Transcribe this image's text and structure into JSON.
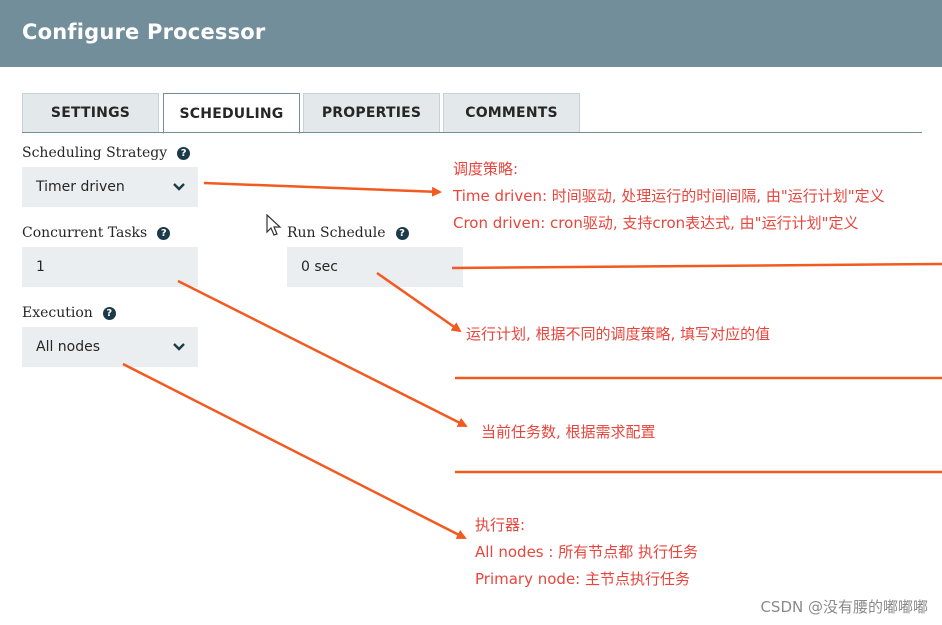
{
  "header": {
    "title": "Configure Processor"
  },
  "tabs": [
    {
      "label": "SETTINGS"
    },
    {
      "label": "SCHEDULING"
    },
    {
      "label": "PROPERTIES"
    },
    {
      "label": "COMMENTS"
    }
  ],
  "help_glyph": "?",
  "form": {
    "scheduling_strategy": {
      "label": "Scheduling Strategy",
      "value": "Timer driven"
    },
    "concurrent_tasks": {
      "label": "Concurrent Tasks",
      "value": "1"
    },
    "run_schedule": {
      "label": "Run Schedule",
      "value": "0 sec"
    },
    "execution": {
      "label": "Execution",
      "value": "All nodes"
    }
  },
  "annotations": {
    "strategy": [
      "调度策略:",
      "Time driven: 时间驱动, 处理运行的时间间隔, 由\"运行计划\"定义",
      "Cron driven: cron驱动, 支持cron表达式, 由\"运行计划\"定义"
    ],
    "run_schedule": "运行计划, 根据不同的调度策略, 填写对应的值",
    "concurrent": "当前任务数, 根据需求配置",
    "execution": [
      "执行器:",
      "All nodes : 所有节点都 执行任务",
      "Primary node:  主节点执行任务"
    ]
  },
  "watermark": "CSDN @没有腰的嘟嘟嘟",
  "colors": {
    "header": "#728e9b",
    "annotation": "#e8453c",
    "arrow": "#f25a1f"
  }
}
